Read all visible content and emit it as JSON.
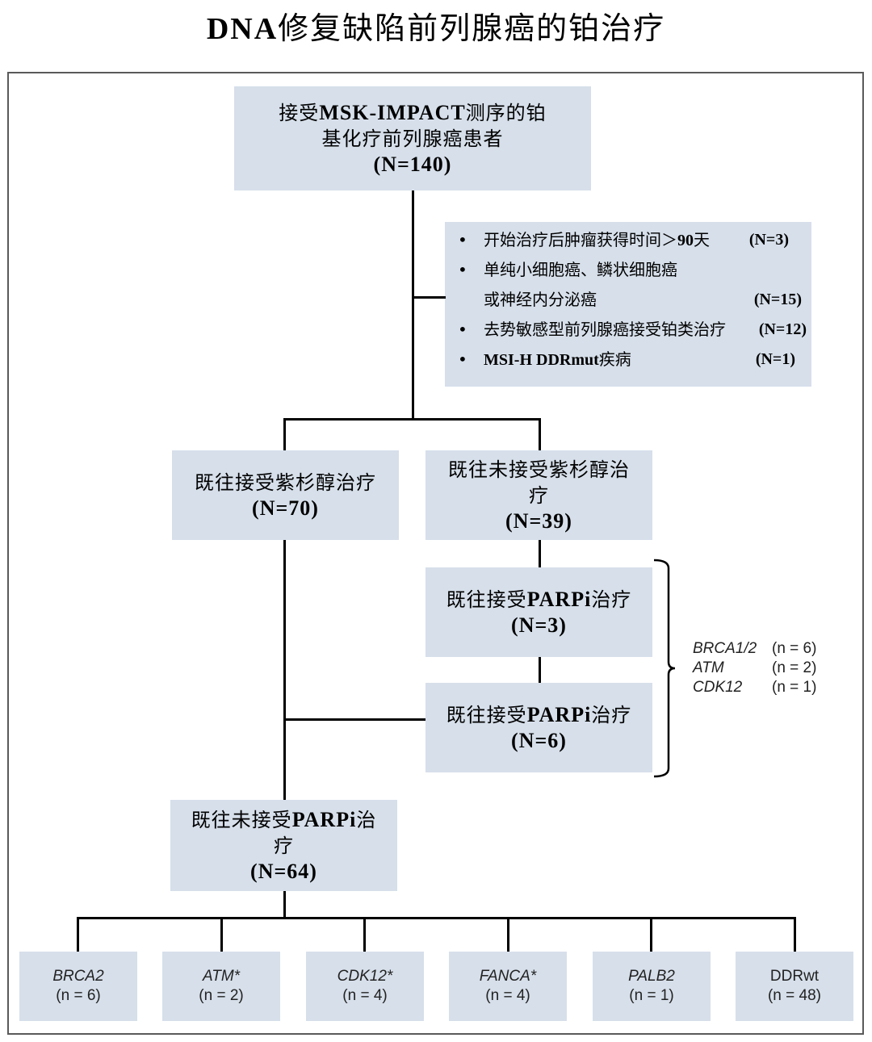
{
  "title": {
    "prefix": "DNA",
    "text": "修复缺陷前列腺癌的铂治疗"
  },
  "root": {
    "line1_a": "接受",
    "line1_b": "MSK-IMPACT",
    "line1_c": "测序的铂",
    "line2": "基化疗前列腺癌患者",
    "count": "(N=140)"
  },
  "exclusions": [
    {
      "text": "开始治疗后肿瘤获得时间＞",
      "text_en": "90",
      "text_suffix": "天",
      "count": "(N=3)"
    },
    {
      "text": "单纯小细胞癌、鳞状细胞癌",
      "count": ""
    },
    {
      "text": "或神经内分泌癌",
      "count": "(N=15)"
    },
    {
      "text": "去势敏感型前列腺癌接受铂类治疗",
      "count": "(N=12)"
    },
    {
      "text_en": "MSI-H DDRmut",
      "text": "疾病",
      "count": "(N=1)"
    }
  ],
  "bullet": "•",
  "taxane_yes": {
    "label": "既往接受紫杉醇治疗",
    "count": "(N=70)"
  },
  "taxane_no": {
    "label1": "既往未接受紫杉醇治",
    "label2": "疗",
    "count": "(N=39)"
  },
  "parpi_a": {
    "pre": "既往接受",
    "en": "PARPi",
    "post": "治疗",
    "count": "(N=3)"
  },
  "parpi_b": {
    "pre": "既往接受",
    "en": "PARPi",
    "post": "治疗",
    "count": "(N=6)"
  },
  "parpi_naive": {
    "pre": "既往未接受",
    "en": "PARPi",
    "post": "治",
    "line2": "疗",
    "count": "(N=64)"
  },
  "bracket_genes": [
    {
      "gene": "BRCA1/2",
      "count": "(n = 6)"
    },
    {
      "gene": "ATM",
      "count": "(n = 2)"
    },
    {
      "gene": "CDK12",
      "count": "(n = 1)"
    }
  ],
  "genes": [
    {
      "gene": "BRCA2",
      "count": "(n = 6)"
    },
    {
      "gene": "ATM*",
      "count": "(n = 2)"
    },
    {
      "gene": "CDK12*",
      "count": "(n = 4)"
    },
    {
      "gene": "FANCA*",
      "count": "(n = 4)"
    },
    {
      "gene": "PALB2",
      "count": "(n = 1)"
    },
    {
      "gene": "DDRwt",
      "count": "(n = 48)"
    }
  ]
}
